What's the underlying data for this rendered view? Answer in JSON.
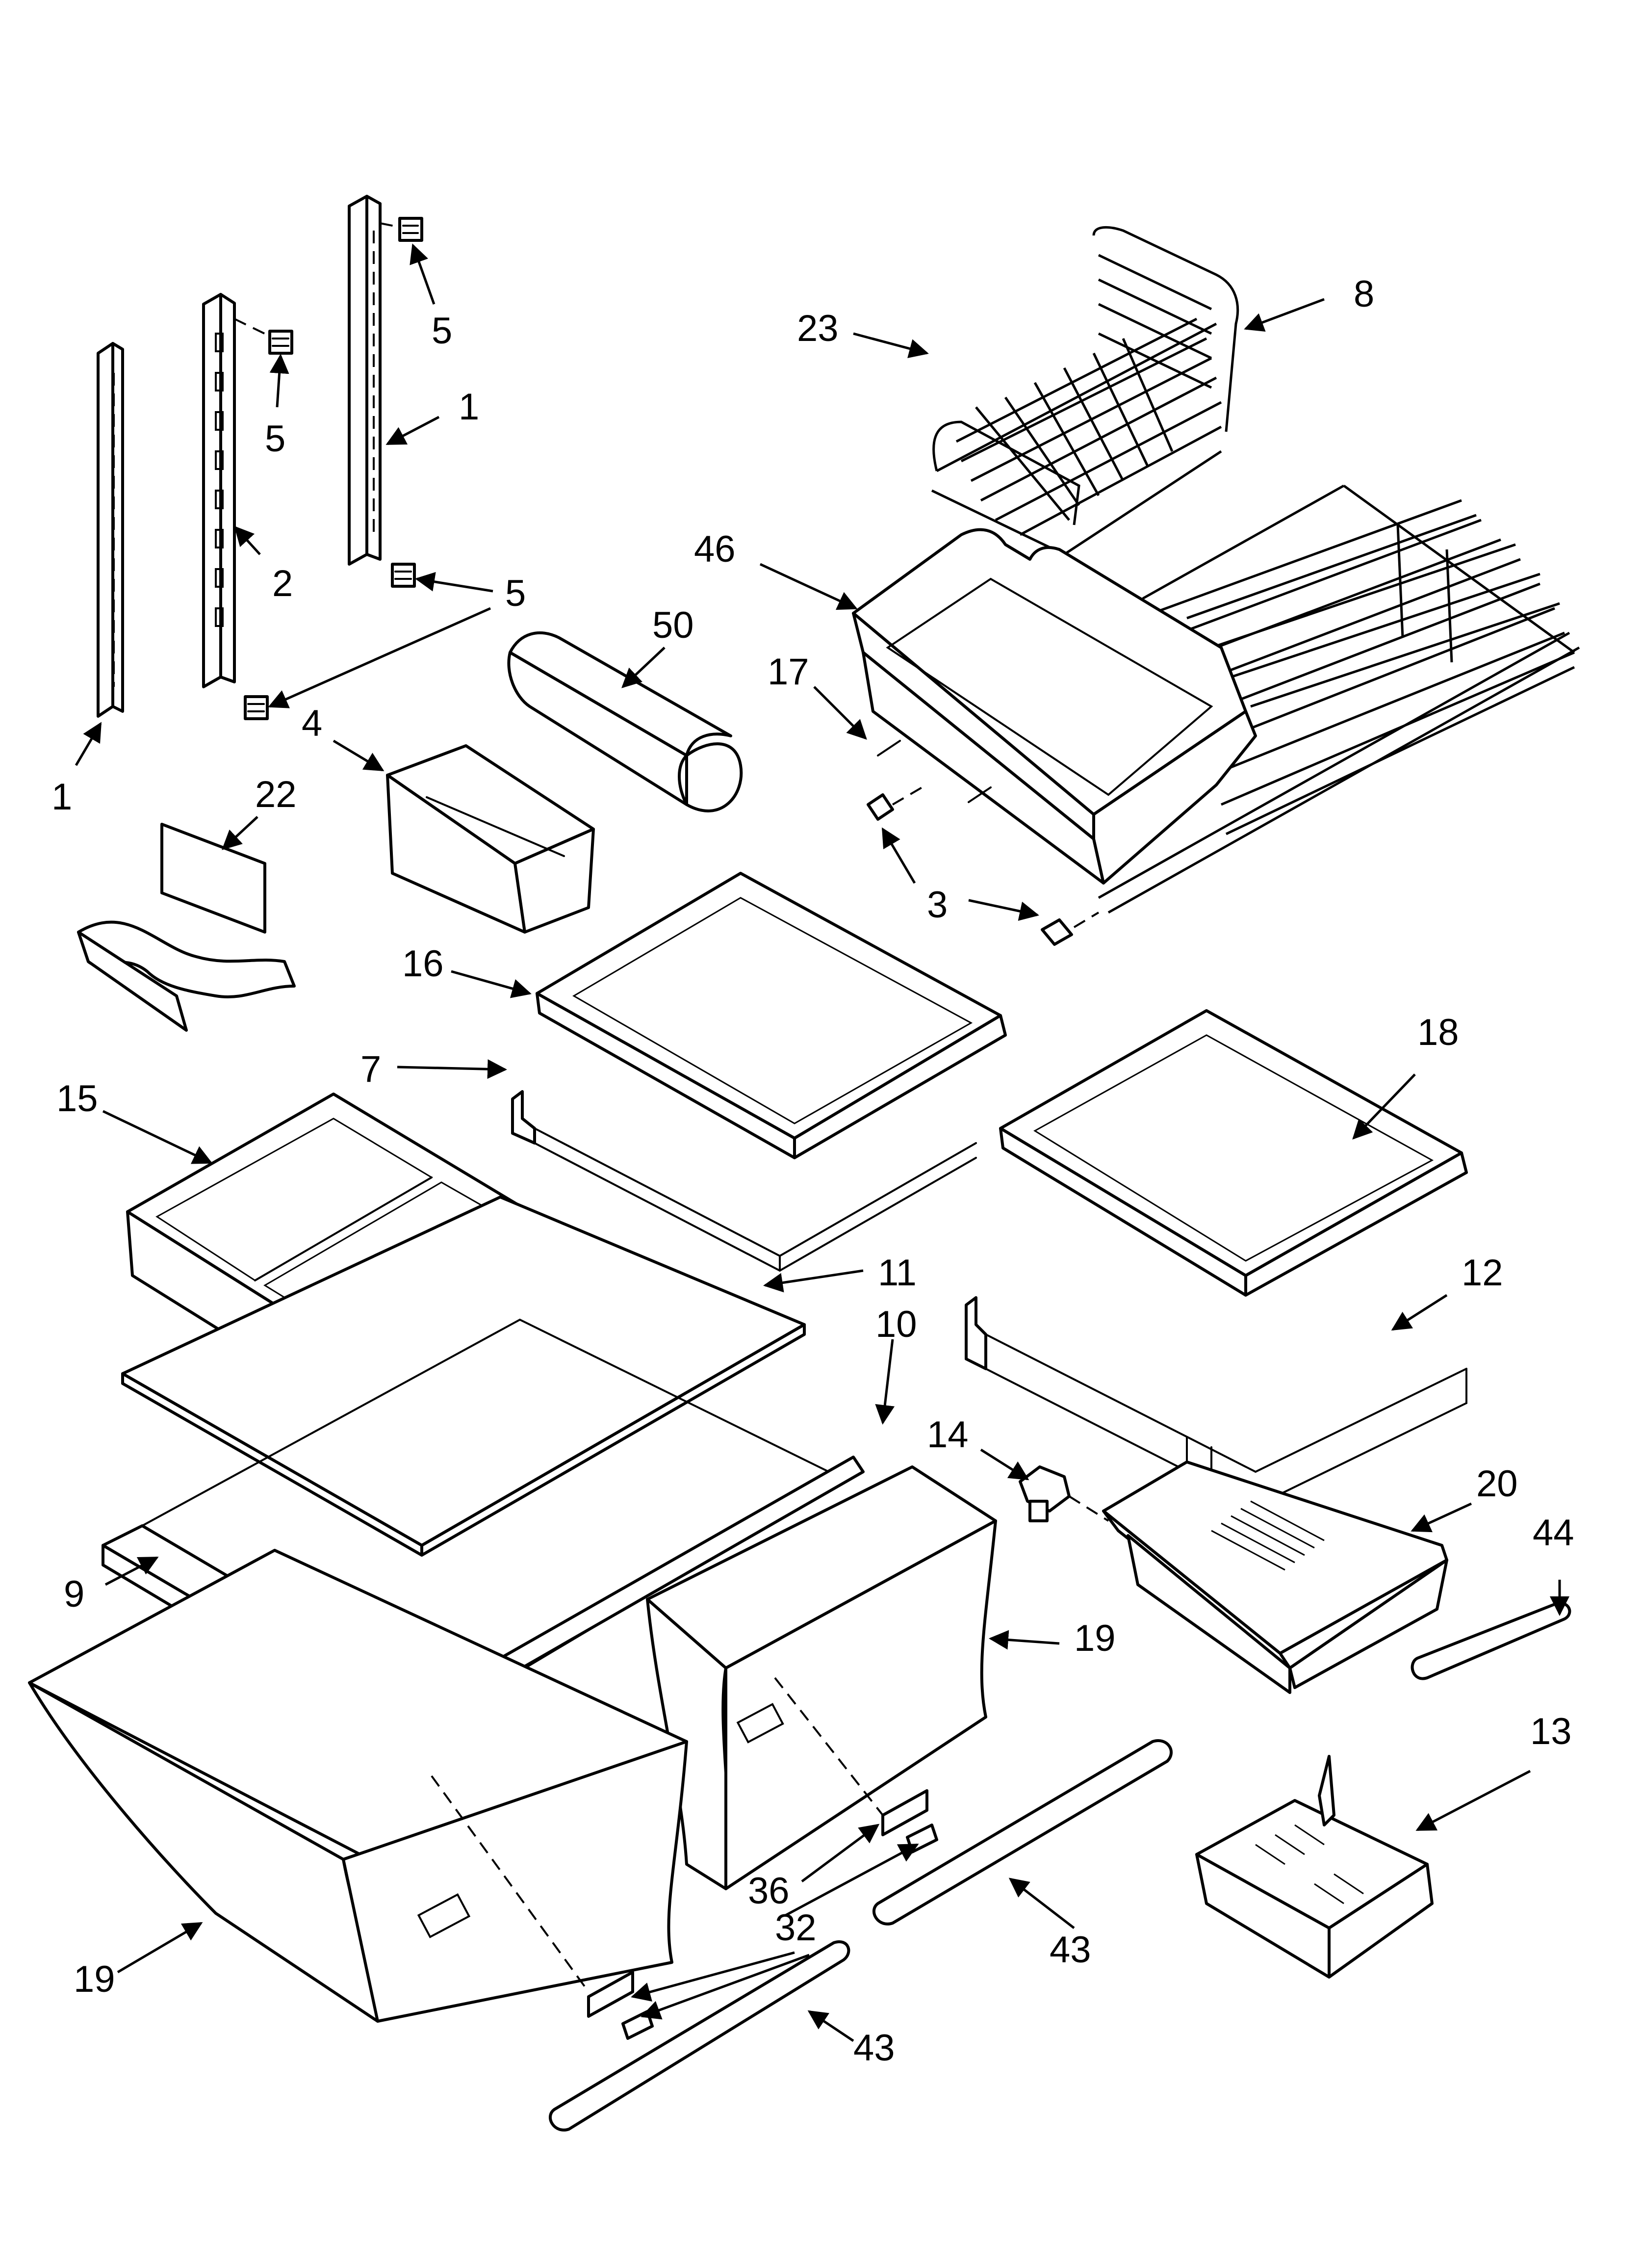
{
  "diagram": {
    "arrow_color": "#000000",
    "line_color": "#000000",
    "background": "#ffffff",
    "callouts": [
      {
        "id": "c-5-top",
        "label": "5"
      },
      {
        "id": "c-5-mid",
        "label": "5"
      },
      {
        "id": "c-1-right",
        "label": "1"
      },
      {
        "id": "c-2",
        "label": "2"
      },
      {
        "id": "c-5-low",
        "label": "5"
      },
      {
        "id": "c-1-left",
        "label": "1"
      },
      {
        "id": "c-50",
        "label": "50"
      },
      {
        "id": "c-4",
        "label": "4"
      },
      {
        "id": "c-22",
        "label": "22"
      },
      {
        "id": "c-23",
        "label": "23"
      },
      {
        "id": "c-8",
        "label": "8"
      },
      {
        "id": "c-46",
        "label": "46"
      },
      {
        "id": "c-17",
        "label": "17"
      },
      {
        "id": "c-3",
        "label": "3"
      },
      {
        "id": "c-16",
        "label": "16"
      },
      {
        "id": "c-7",
        "label": "7"
      },
      {
        "id": "c-15",
        "label": "15"
      },
      {
        "id": "c-18",
        "label": "18"
      },
      {
        "id": "c-11",
        "label": "11"
      },
      {
        "id": "c-10",
        "label": "10"
      },
      {
        "id": "c-12",
        "label": "12"
      },
      {
        "id": "c-14",
        "label": "14"
      },
      {
        "id": "c-20",
        "label": "20"
      },
      {
        "id": "c-44",
        "label": "44"
      },
      {
        "id": "c-9",
        "label": "9"
      },
      {
        "id": "c-19-right",
        "label": "19"
      },
      {
        "id": "c-13",
        "label": "13"
      },
      {
        "id": "c-36",
        "label": "36"
      },
      {
        "id": "c-32",
        "label": "32"
      },
      {
        "id": "c-43-right",
        "label": "43"
      },
      {
        "id": "c-19-left",
        "label": "19"
      },
      {
        "id": "c-43-left",
        "label": "43"
      }
    ]
  }
}
